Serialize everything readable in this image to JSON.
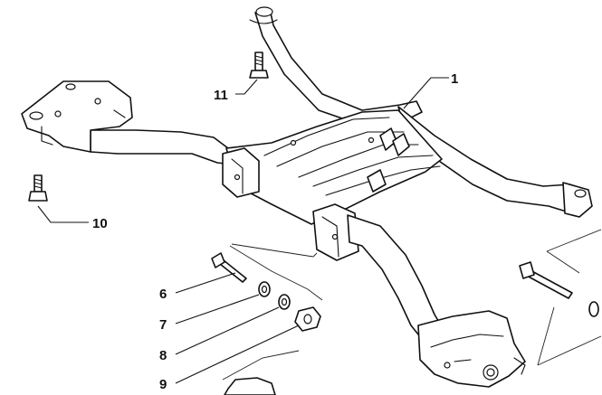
{
  "callouts": {
    "c1": "1",
    "c6": "6",
    "c7": "7",
    "c8": "8",
    "c9": "9",
    "c10": "10",
    "c11": "11"
  },
  "colors": {
    "line": "#111111",
    "background": "#ffffff"
  }
}
